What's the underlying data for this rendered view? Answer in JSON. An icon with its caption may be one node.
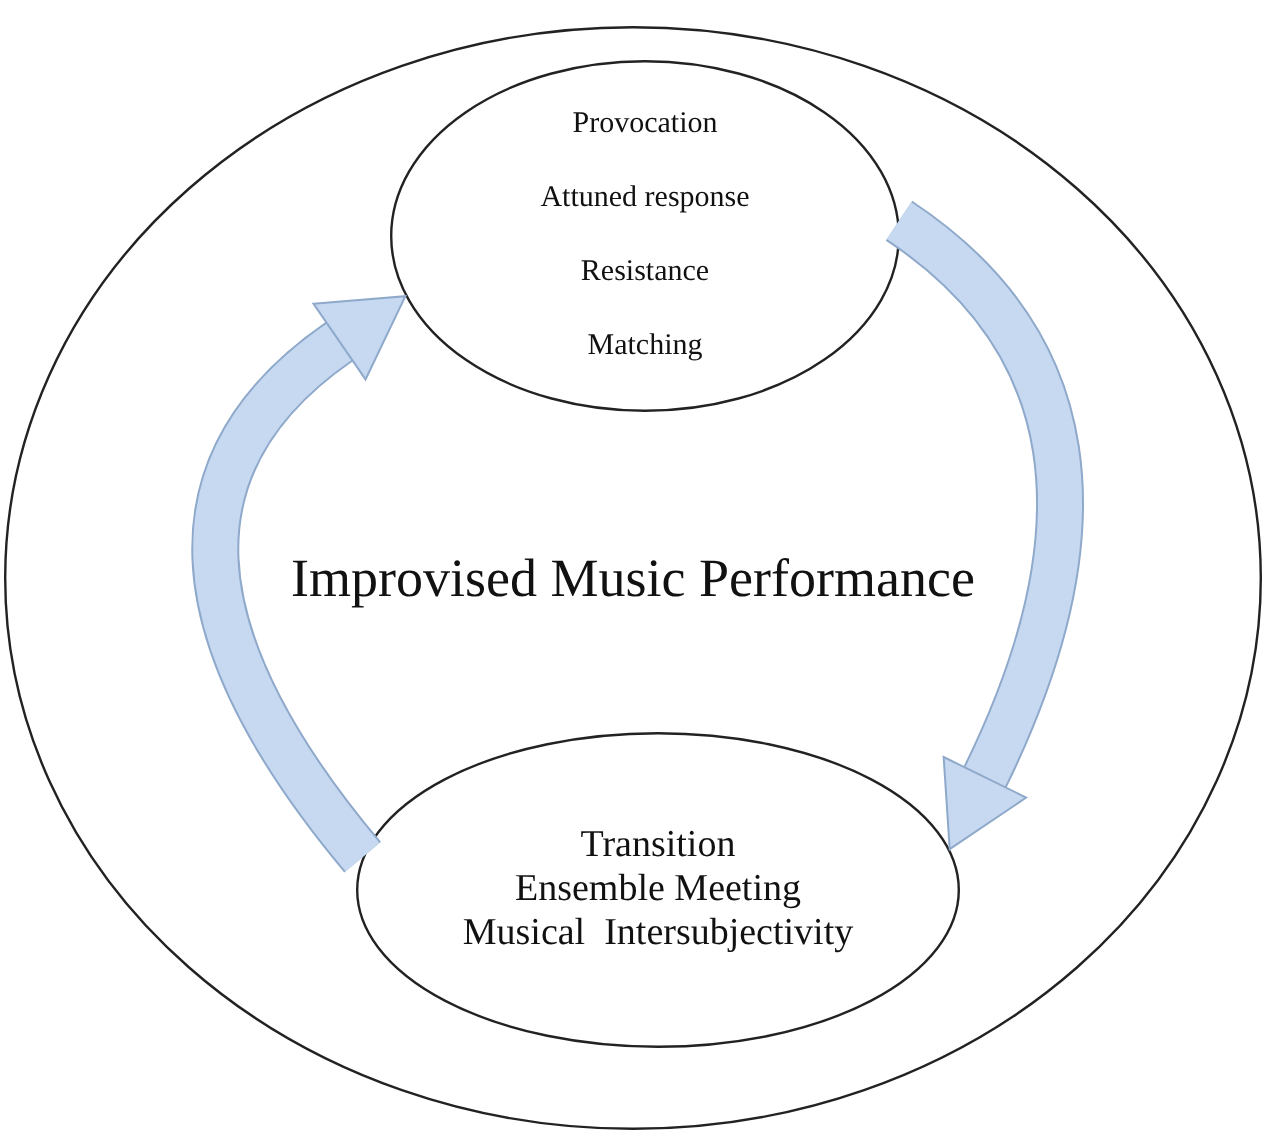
{
  "diagram": {
    "nodes": [
      {
        "text": [
          "Improvised Music Performance"
        ]
      },
      {
        "text": [
          "Provocation",
          "Attuned response",
          "Resistance",
          "Matching"
        ],
        "in": 0
      },
      {
        "text": [
          "Transition",
          "Ensemble Meeting",
          "Musical  Intersubjectivity"
        ],
        "in": 0
      }
    ],
    "edges": [
      {
        "from": 1,
        "to": 2,
        "arrow": "to"
      },
      {
        "from": 2,
        "to": 1,
        "arrow": "to"
      }
    ]
  }
}
